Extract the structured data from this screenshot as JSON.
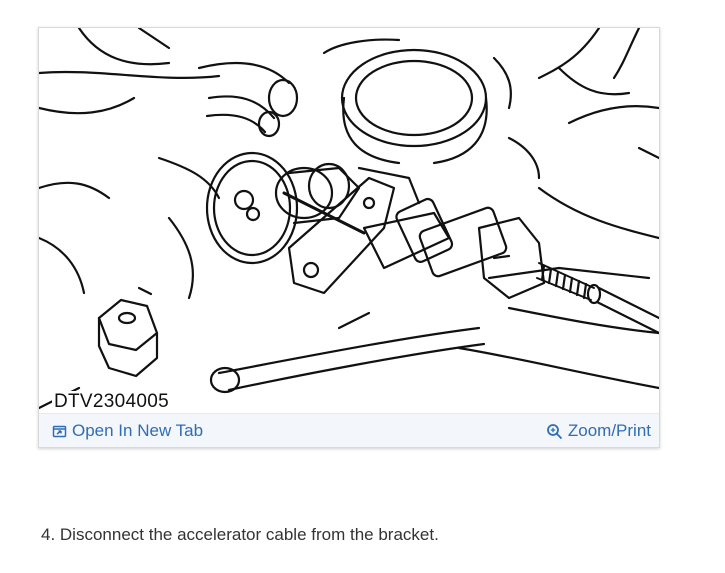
{
  "figure": {
    "diagram_code": "DTV2304005",
    "open_tab_label": "Open In New Tab",
    "zoom_label": "Zoom/Print"
  },
  "step": {
    "text": "4. Disconnect the accelerator cable from the bracket."
  },
  "colors": {
    "link": "#2f6db5",
    "toolbar_bg": "#f3f6fa",
    "text": "#333333"
  },
  "icons": {
    "open_tab": "open-new-tab-icon",
    "zoom": "magnifier-icon"
  }
}
